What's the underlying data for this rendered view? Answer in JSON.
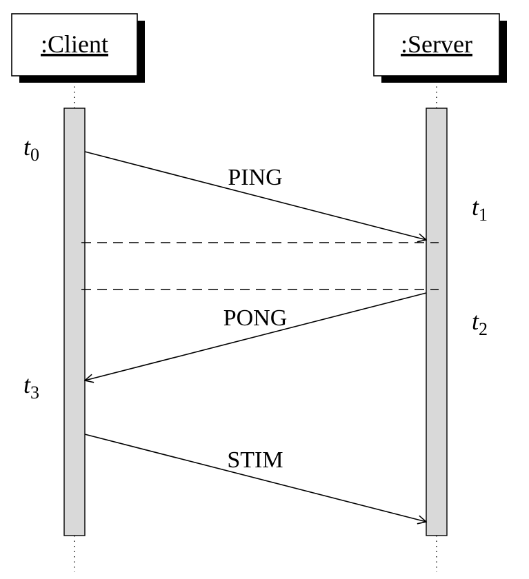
{
  "actors": [
    {
      "name": ":Client"
    },
    {
      "name": ":Server"
    }
  ],
  "messages": [
    {
      "label": "PING",
      "from": "Client",
      "to": "Server"
    },
    {
      "label": "PONG",
      "from": "Server",
      "to": "Client"
    },
    {
      "label": "STIM",
      "from": "Client",
      "to": "Server"
    }
  ],
  "time_marks": [
    {
      "base": "t",
      "sub": "0"
    },
    {
      "base": "t",
      "sub": "1"
    },
    {
      "base": "t",
      "sub": "2"
    },
    {
      "base": "t",
      "sub": "3"
    }
  ],
  "colors": {
    "activation_fill": "#d9d9d9",
    "line": "#000000",
    "background": "#ffffff"
  }
}
